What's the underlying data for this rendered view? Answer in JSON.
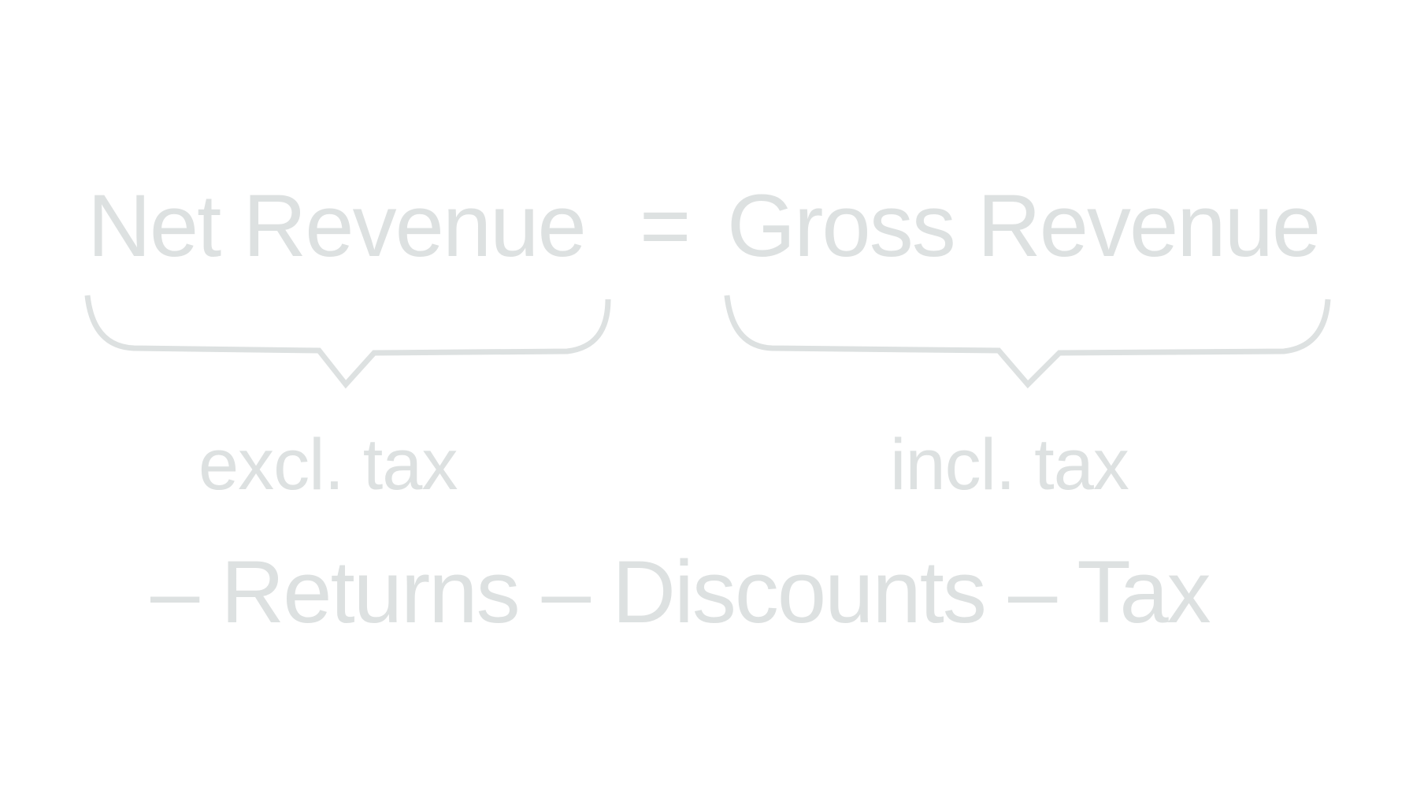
{
  "equation": {
    "lhs": "Net Revenue",
    "equals": "=",
    "rhs": "Gross Revenue",
    "lhs_note": "excl. tax",
    "rhs_note": "incl. tax",
    "deductions": "– Returns – Discounts – Tax"
  },
  "colors": {
    "text": "#f5f6f6",
    "background": "#ffffff"
  }
}
